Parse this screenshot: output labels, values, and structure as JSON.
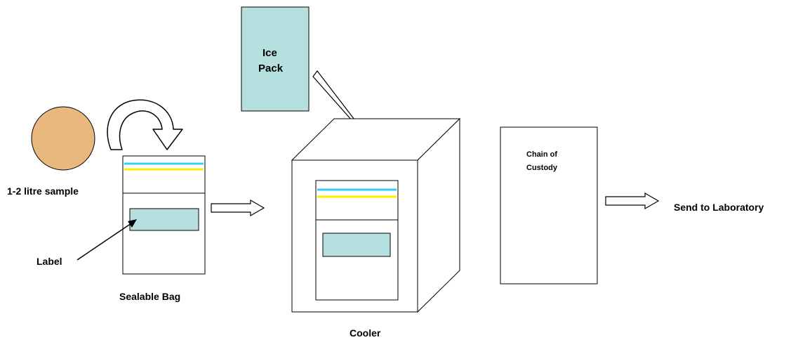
{
  "diagram": {
    "labels": {
      "sample": "1-2 litre sample",
      "label": "Label",
      "bag": "Sealable Bag",
      "ice_line1": "Ice",
      "ice_line2": "Pack",
      "cooler": "Cooler",
      "coc_line1": "Chain of",
      "coc_line2": "Custody",
      "send": "Send to Laboratory"
    },
    "colors": {
      "sample_fill": "#e8b87e",
      "ice_fill": "#b6dfe0",
      "label_fill": "#b6dfe0",
      "seal_cyan": "#33ccff",
      "seal_yellow": "#ffee00",
      "outline": "#000000"
    }
  }
}
